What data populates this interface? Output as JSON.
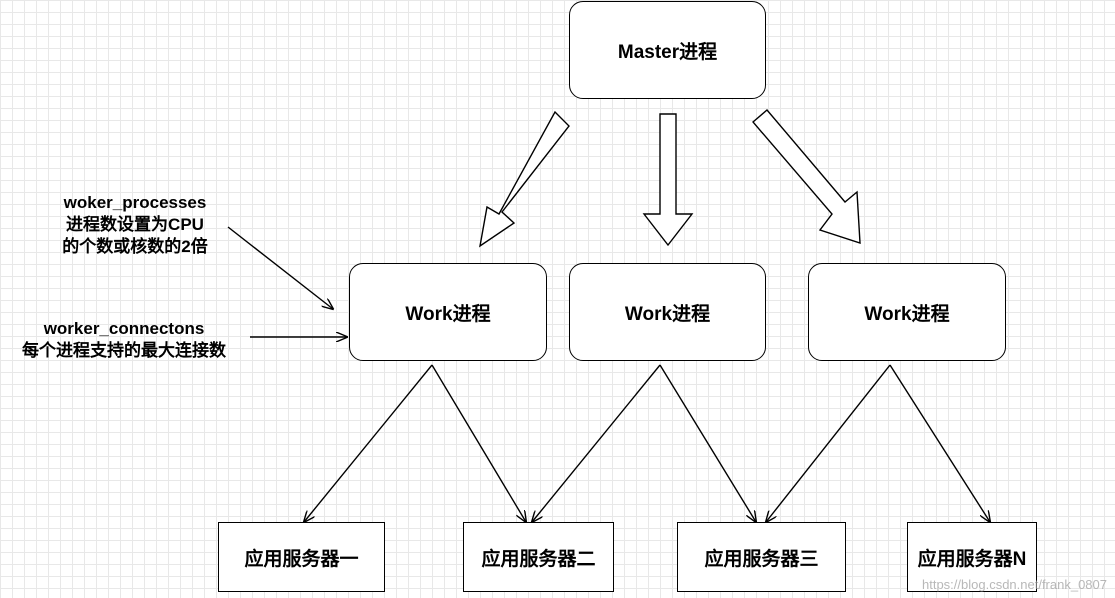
{
  "master": {
    "label": "Master进程"
  },
  "workers": [
    {
      "label": "Work进程"
    },
    {
      "label": "Work进程"
    },
    {
      "label": "Work进程"
    }
  ],
  "servers": [
    {
      "label": "应用服务器一"
    },
    {
      "label": "应用服务器二"
    },
    {
      "label": "应用服务器三"
    },
    {
      "label": "应用服务器N"
    }
  ],
  "annotations": {
    "worker_processes": {
      "line1": "woker_processes",
      "line2": "进程数设置为CPU",
      "line3": "的个数或核数的2倍"
    },
    "worker_connections": {
      "line1": "worker_connectons",
      "line2": "每个进程支持的最大连接数"
    }
  },
  "watermark": "https://blog.csdn.net/frank_0807"
}
